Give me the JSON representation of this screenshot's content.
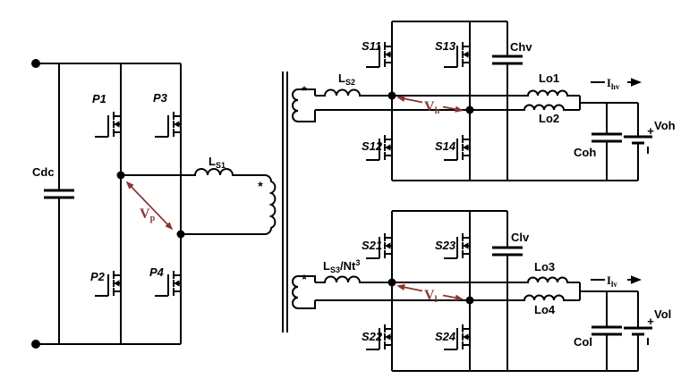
{
  "colors": {
    "wire": "#000000",
    "accent": "#8b3434",
    "background": "#ffffff"
  },
  "primary_side": {
    "cap": "Cdc",
    "sw_p1": "P1",
    "sw_p2": "P2",
    "sw_p3": "P3",
    "sw_p4": "P4",
    "ind_main": "L",
    "ind_sub": "S1",
    "v_main": "V",
    "v_sub": "p",
    "dot": "*"
  },
  "hv_side": {
    "sw_s11": "S11",
    "sw_s12": "S12",
    "sw_s13": "S13",
    "sw_s14": "S14",
    "cap_bridge": "Chv",
    "ind_main": "L",
    "ind_sub": "S2",
    "v_main": "V",
    "v_sub": "h",
    "ind_o1": "Lo1",
    "ind_o2": "Lo2",
    "i_main": "I",
    "i_sub": "hv",
    "cap_out": "Coh",
    "v_out": "Voh",
    "plus": "+",
    "dot": "*"
  },
  "lv_side": {
    "sw_s21": "S21",
    "sw_s22": "S22",
    "sw_s23": "S23",
    "sw_s24": "S24",
    "cap_bridge": "Clv",
    "ind_main": "L",
    "ind_sub": "S3",
    "ind_rest": "/Nt",
    "ind_sup": "3",
    "v_main": "V",
    "v_sub": "l",
    "ind_o3": "Lo3",
    "ind_o4": "Lo4",
    "i_main": "I",
    "i_sub": "lv",
    "cap_out": "Col",
    "v_out": "Vol",
    "plus": "+",
    "dot": "*"
  }
}
